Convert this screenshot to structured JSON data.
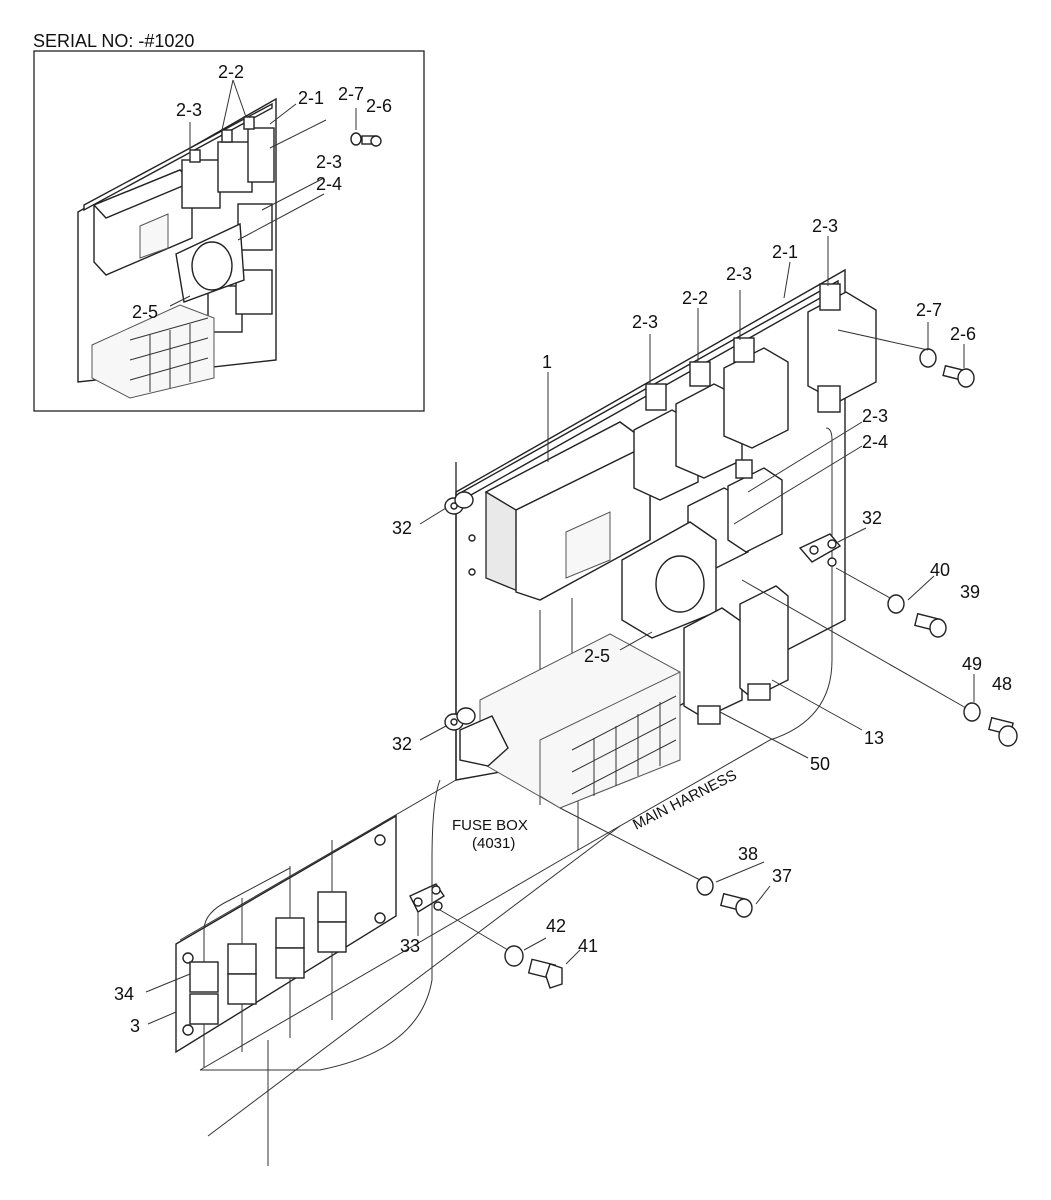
{
  "serial_text": "SERIAL NO: -#1020",
  "inset_labels": {
    "l_2_2": "2-2",
    "l_2_3a": "2-3",
    "l_2_1": "2-1",
    "l_2_7": "2-7",
    "l_2_6": "2-6",
    "l_2_3b": "2-3",
    "l_2_4": "2-4",
    "l_2_5": "2-5"
  },
  "main_labels": {
    "l_2_3_top": "2-3",
    "l_2_1": "2-1",
    "l_2_3_b": "2-3",
    "l_2_2": "2-2",
    "l_2_3_c": "2-3",
    "l_2_7": "2-7",
    "l_2_6": "2-6",
    "l_1": "1",
    "l_2_3_d": "2-3",
    "l_2_4": "2-4",
    "l_32_a": "32",
    "l_32_b": "32",
    "l_40": "40",
    "l_39": "39",
    "l_49": "49",
    "l_48": "48",
    "l_2_5": "2-5",
    "l_13": "13",
    "l_32_c": "32",
    "l_50": "50",
    "l_main_harness": "MAIN HARNESS",
    "l_fuse_box": "FUSE BOX",
    "l_fuse_box_code": "(4031)",
    "l_38": "38",
    "l_37": "37",
    "l_33": "33",
    "l_42": "42",
    "l_41": "41",
    "l_34": "34",
    "l_3": "3"
  }
}
